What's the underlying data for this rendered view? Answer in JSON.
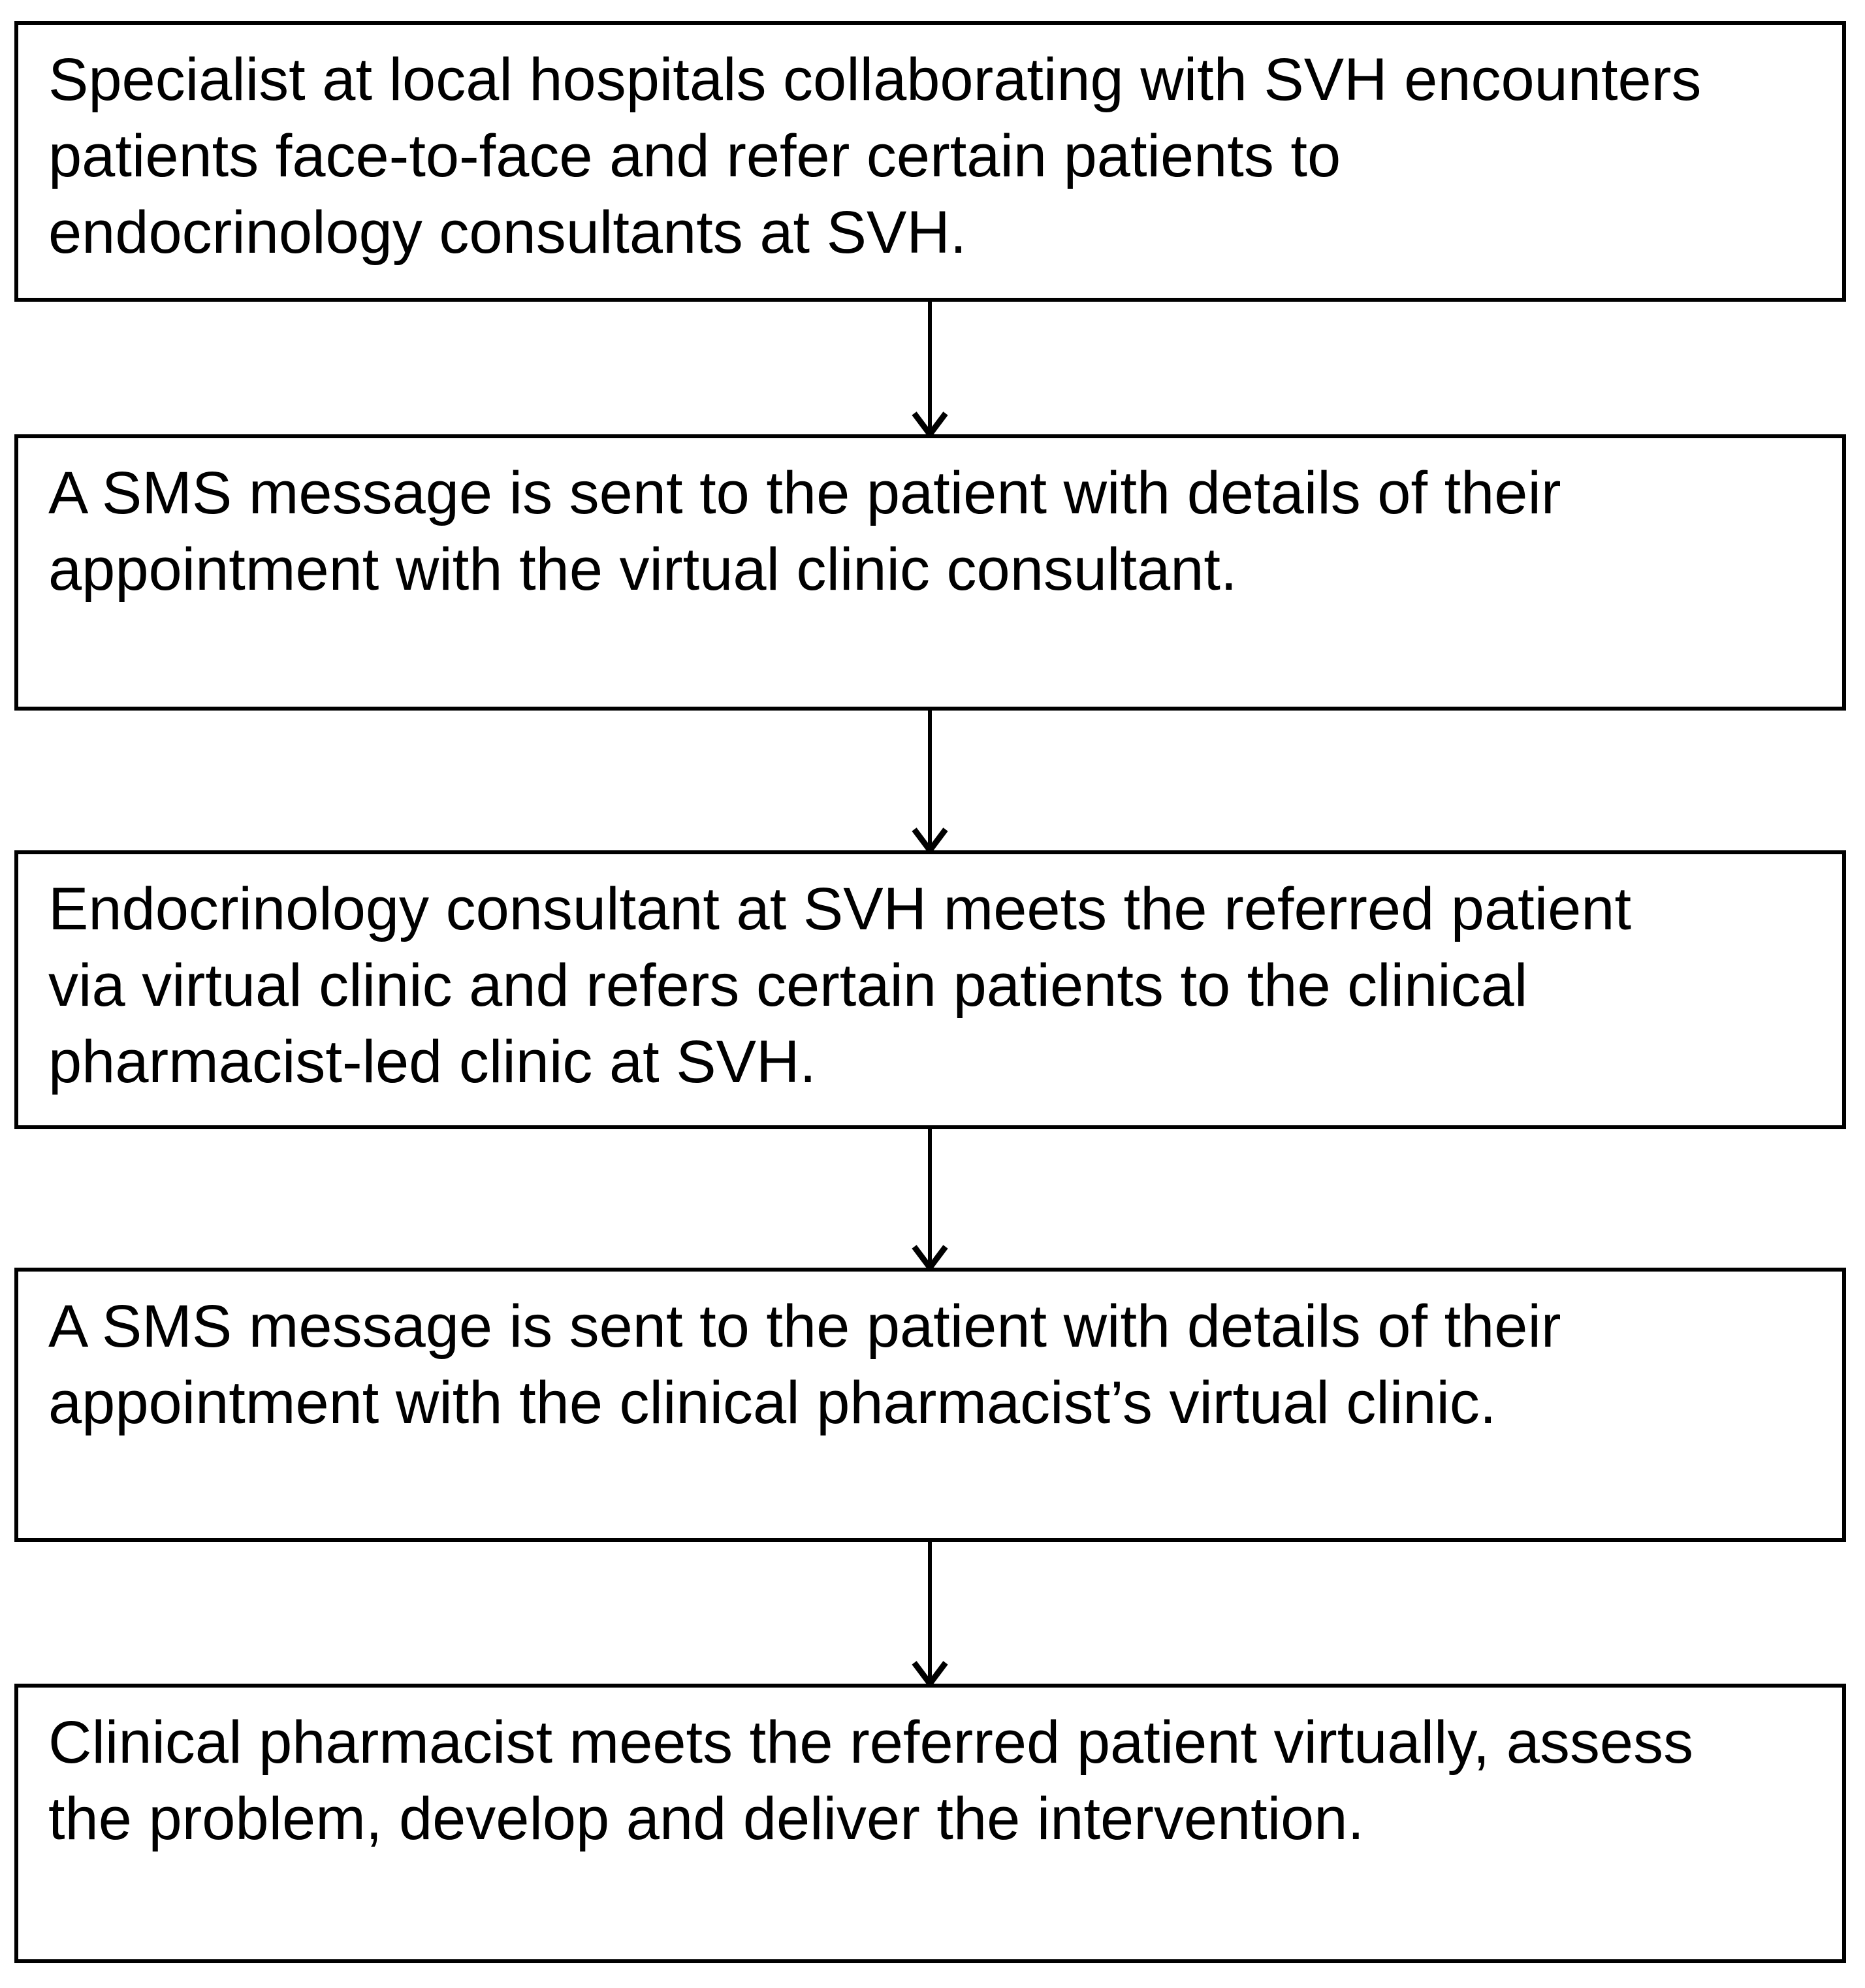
{
  "diagram": {
    "type": "flowchart",
    "direction": "top-to-bottom",
    "colors": {
      "background": "#ffffff",
      "box_border": "#000000",
      "text": "#000000",
      "arrow": "#000000"
    },
    "steps": [
      {
        "id": 1,
        "text": "Specialist at local hospitals collaborating with SVH encounters patients face-to-face and refer certain patients to endocrinology consultants at SVH.",
        "lines": [
          "Specialist at local hospitals collaborating with SVH encounters",
          "patients face-to-face and refer certain patients to",
          "endocrinology consultants at SVH."
        ]
      },
      {
        "id": 2,
        "text": "A SMS message is sent to the patient with details of their appointment with the virtual clinic consultant.",
        "lines": [
          "A SMS message is sent to the patient with details of their",
          "appointment with the virtual clinic consultant."
        ]
      },
      {
        "id": 3,
        "text": "Endocrinology consultant at SVH meets the referred patient via virtual clinic and refers certain patients to the clinical pharmacist-led clinic at SVH.",
        "lines": [
          "Endocrinology consultant at SVH meets the referred patient",
          "via virtual clinic and refers certain patients to the clinical",
          "pharmacist-led clinic at SVH."
        ]
      },
      {
        "id": 4,
        "text": "A SMS message is sent to the patient with details of their appointment with the clinical pharmacist’s virtual clinic.",
        "lines": [
          "A SMS message is sent to the patient with details of their",
          "appointment with the clinical pharmacist’s virtual clinic."
        ]
      },
      {
        "id": 5,
        "text": "Clinical pharmacist meets the referred patient virtually, assess the problem, develop and deliver the intervention.",
        "lines": [
          "Clinical pharmacist meets the referred patient virtually, assess",
          "the problem, develop and deliver the intervention."
        ]
      }
    ],
    "connectors": [
      {
        "from": 1,
        "to": 2,
        "icon": "arrow-down"
      },
      {
        "from": 2,
        "to": 3,
        "icon": "arrow-down"
      },
      {
        "from": 3,
        "to": 4,
        "icon": "arrow-down"
      },
      {
        "from": 4,
        "to": 5,
        "icon": "arrow-down"
      }
    ]
  }
}
